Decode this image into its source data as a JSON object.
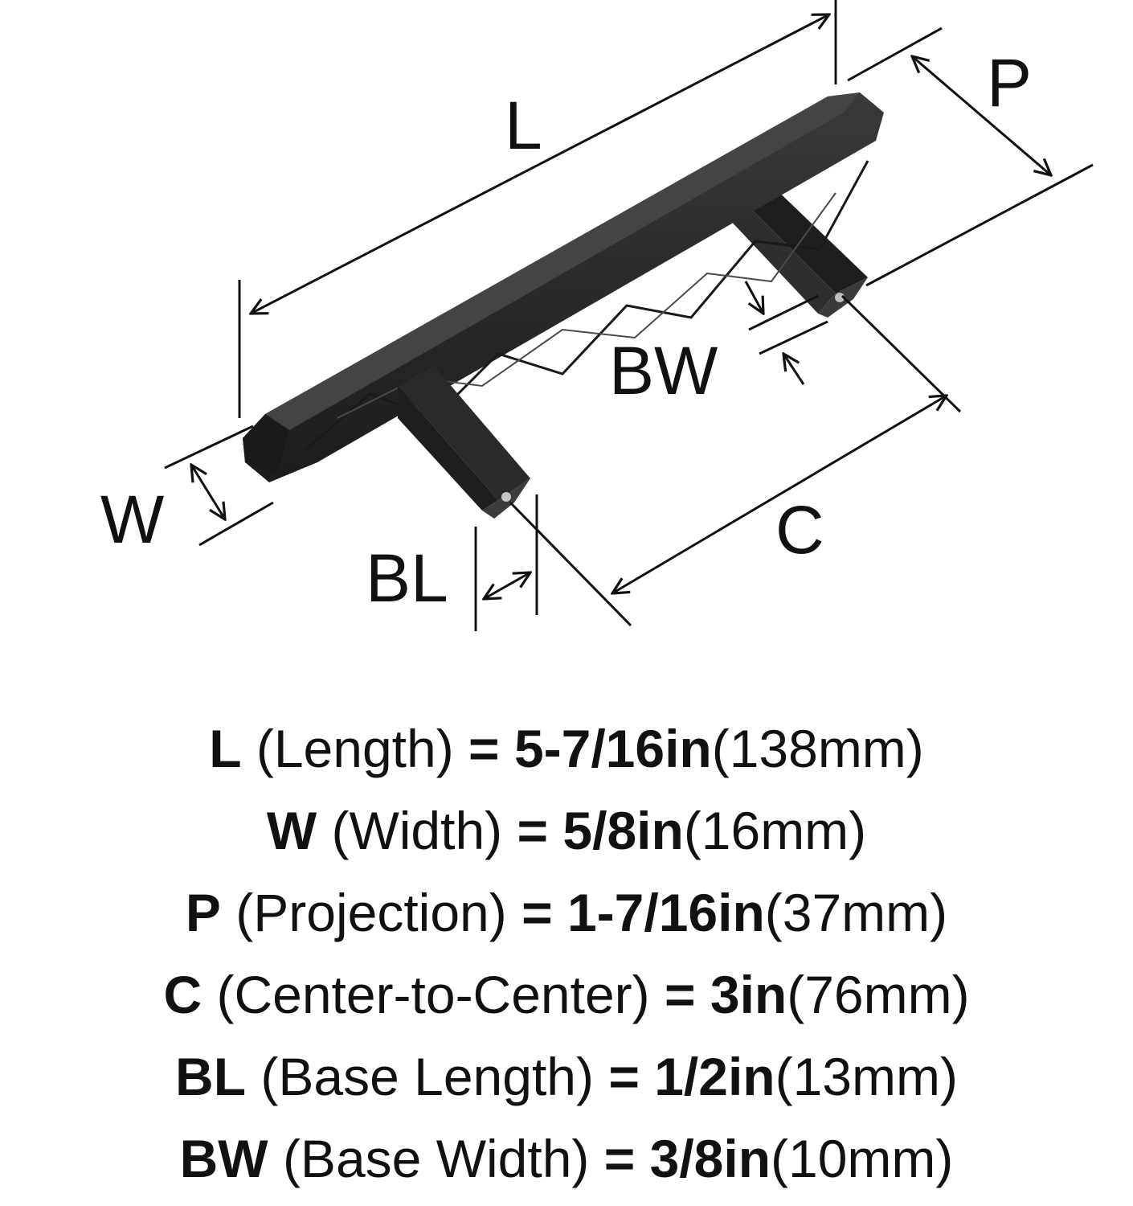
{
  "colors": {
    "ink": "#111111",
    "handle": "#2b2b2b",
    "background": "#ffffff"
  },
  "diagram": {
    "labels": {
      "length": "L",
      "projection": "P",
      "width": "W",
      "base_width": "BW",
      "base_length": "BL",
      "center": "C"
    }
  },
  "specs": [
    {
      "code": "L",
      "name": "(Length)",
      "eq": "=",
      "imperial": "5-7/16in",
      "metric": "(138mm)"
    },
    {
      "code": "W",
      "name": "(Width)",
      "eq": "=",
      "imperial": "5/8in",
      "metric": "(16mm)"
    },
    {
      "code": "P",
      "name": "(Projection)",
      "eq": "=",
      "imperial": "1-7/16in",
      "metric": "(37mm)"
    },
    {
      "code": "C",
      "name": "(Center-to-Center)",
      "eq": "=",
      "imperial": "3in",
      "metric": "(76mm)"
    },
    {
      "code": "BL",
      "name": "(Base Length)",
      "eq": "=",
      "imperial": "1/2in",
      "metric": "(13mm)"
    },
    {
      "code": "BW",
      "name": "(Base Width)",
      "eq": "=",
      "imperial": "3/8in",
      "metric": "(10mm)"
    }
  ]
}
